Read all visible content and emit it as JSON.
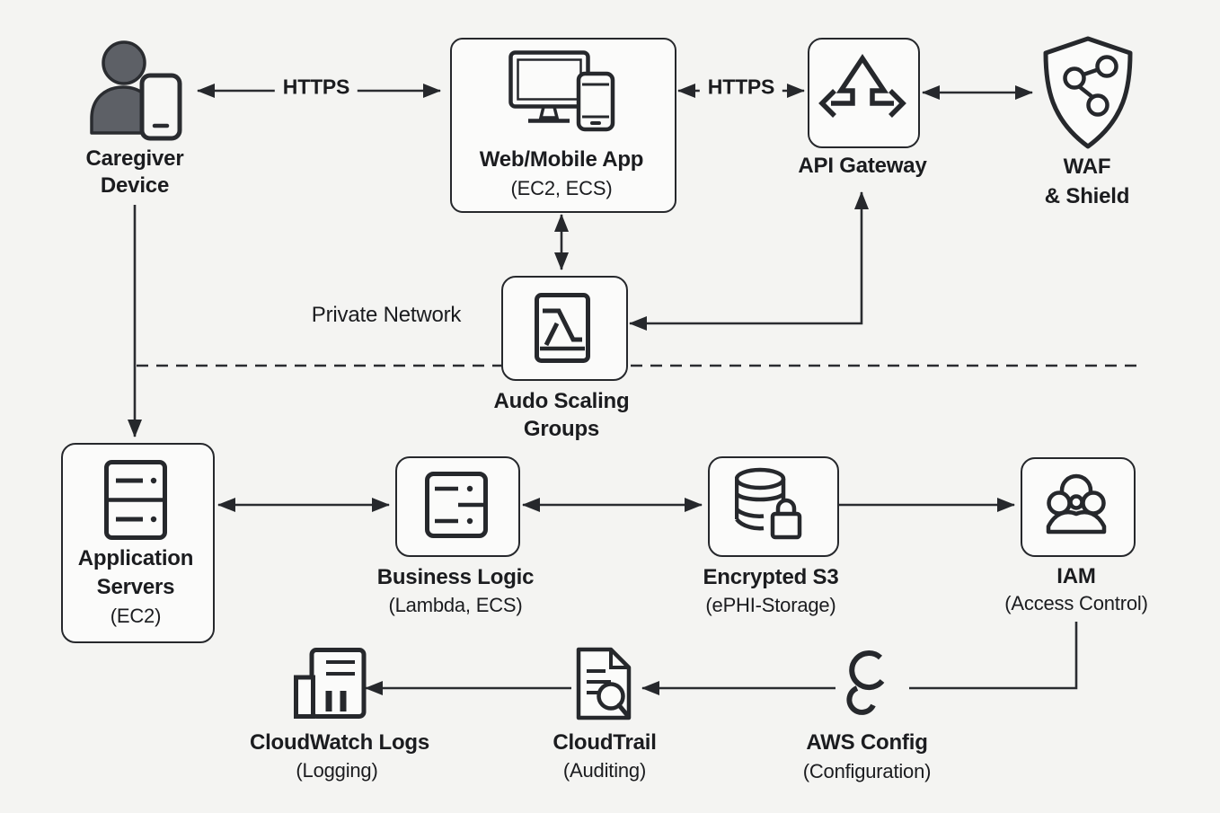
{
  "colors": {
    "background": "#f4f4f2",
    "node_fill": "#fbfbfa",
    "stroke": "#26282c",
    "text": "#1b1c1f",
    "person_fill": "#5d6066"
  },
  "nodes": {
    "caregiver_device": {
      "line1": "Caregiver",
      "line2": "Device",
      "icon": "person-with-phone-icon"
    },
    "web_mobile_app": {
      "title": "Web/Mobile App",
      "subtitle": "(EC2, ECS)",
      "icon": "desktop-and-phone-icon"
    },
    "api_gateway": {
      "title": "API Gateway",
      "icon": "three-way-arrows-icon"
    },
    "waf_shield": {
      "line1": "WAF",
      "line2": "& Shield",
      "icon": "shield-share-nodes-icon"
    },
    "auto_scaling": {
      "line1": "Audo Scaling",
      "line2": "Groups",
      "icon": "lambda-panel-icon"
    },
    "application_servers": {
      "line1": "Application",
      "line2": "Servers",
      "subtitle": "(EC2)",
      "icon": "server-rack-icon"
    },
    "business_logic": {
      "title": "Business Logic",
      "subtitle": "(Lambda, ECS)",
      "icon": "server-unit-icon"
    },
    "encrypted_s3": {
      "title": "Encrypted S3",
      "subtitle": "(ePHI-Storage)",
      "icon": "database-lock-icon"
    },
    "iam": {
      "title": "IAM",
      "subtitle": "(Access Control)",
      "icon": "user-group-icon"
    },
    "cloudwatch_logs": {
      "title": "CloudWatch Logs",
      "subtitle": "(Logging)",
      "icon": "logs-building-icon"
    },
    "cloudtrail": {
      "title": "CloudTrail",
      "subtitle": "(Auditing)",
      "icon": "document-magnifier-icon"
    },
    "aws_config": {
      "title": "AWS Config",
      "subtitle": "(Configuration)",
      "icon": "config-swirl-icon"
    }
  },
  "labels": {
    "https_left": "HTTPS",
    "https_right": "HTTPS",
    "private_network": "Private Network"
  },
  "edges": [
    {
      "from": "caregiver_device",
      "to": "web_mobile_app",
      "label": "HTTPS",
      "direction": "both"
    },
    {
      "from": "web_mobile_app",
      "to": "api_gateway",
      "label": "HTTPS",
      "direction": "both"
    },
    {
      "from": "api_gateway",
      "to": "waf_shield",
      "direction": "both"
    },
    {
      "from": "web_mobile_app",
      "to": "auto_scaling",
      "direction": "both"
    },
    {
      "from": "api_gateway",
      "to": "auto_scaling",
      "direction": "both"
    },
    {
      "from": "caregiver_device",
      "to": "application_servers",
      "direction": "one-way"
    },
    {
      "from": "application_servers",
      "to": "business_logic",
      "direction": "both"
    },
    {
      "from": "business_logic",
      "to": "encrypted_s3",
      "direction": "both"
    },
    {
      "from": "encrypted_s3",
      "to": "iam",
      "direction": "one-way"
    },
    {
      "from": "iam",
      "to": "aws_config",
      "direction": "plain-line"
    },
    {
      "from": "aws_config",
      "to": "cloudtrail",
      "direction": "one-way"
    },
    {
      "from": "cloudtrail",
      "to": "cloudwatch_logs",
      "direction": "one-way"
    }
  ]
}
